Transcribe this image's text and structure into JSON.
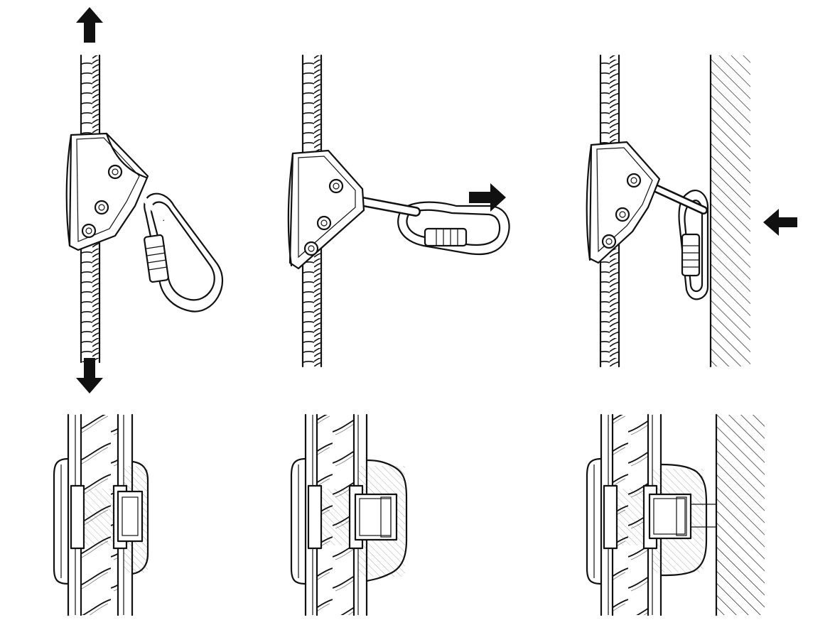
{
  "figure": {
    "panels": [
      {
        "id": "a",
        "state": "rope-free",
        "arrows": [
          "up",
          "down"
        ]
      },
      {
        "id": "b",
        "state": "pulled-away",
        "arrows": [
          "right"
        ]
      },
      {
        "id": "c",
        "state": "pushed-toward-wall",
        "arrows": [
          "left"
        ]
      }
    ],
    "colors": {
      "ink": "#111111",
      "background": "#ffffff"
    }
  }
}
